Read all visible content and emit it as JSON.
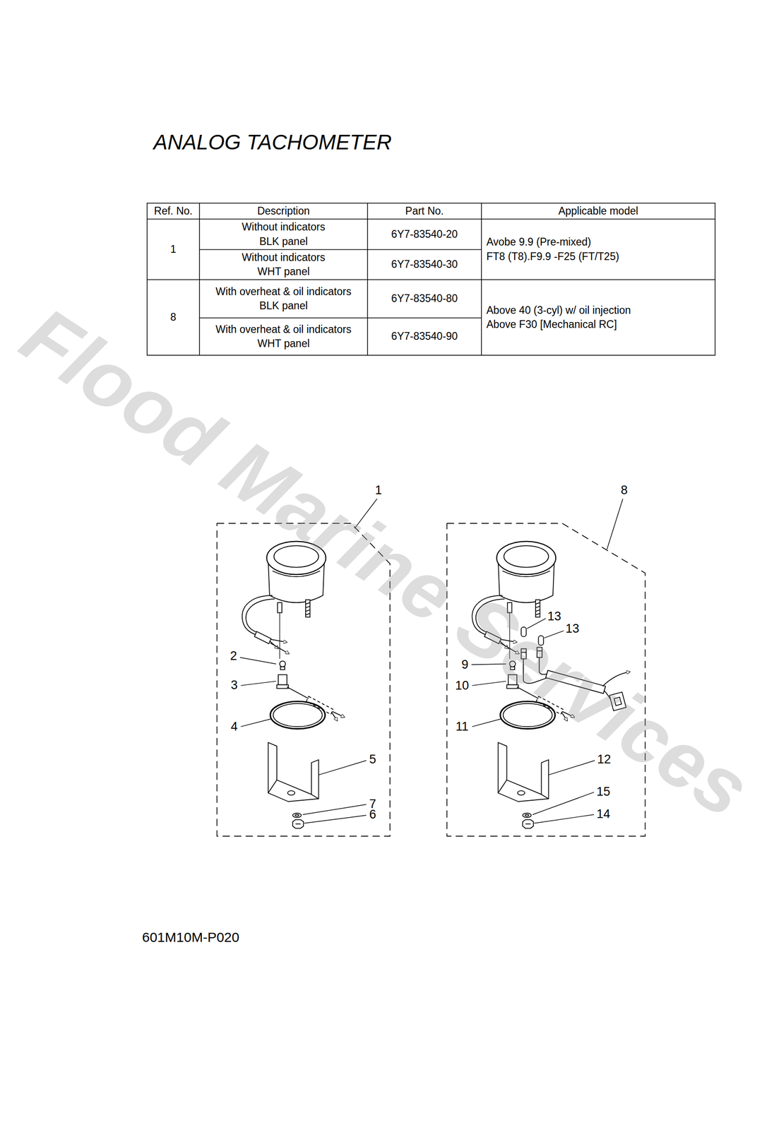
{
  "diagram": {
    "title": "ANALOG TACHOMETER",
    "labels": [
      "Ref. No.",
      "Description",
      "Part No.",
      "Applicable model",
      "1",
      "Without indicators BLK panel",
      "6Y7-83540-20",
      "Avobe 9.9 (Pre-mixed) FT8 (T8).F9.9 -F25 (FT/T25)",
      "Without indicators WHT panel",
      "6Y7-83540-30",
      "8",
      "With overheat & oil indicators BLK panel",
      "6Y7-83540-80",
      "Above 40 (3-cyl) w/ oil injection Above F30 [Mechanical RC]",
      "With overheat & oil indicators WHT panel",
      "6Y7-83540-90",
      "1",
      "8",
      "2",
      "3",
      "4",
      "5",
      "7",
      "6",
      "13",
      "13",
      "9",
      "10",
      "11",
      "12",
      "15",
      "14",
      "Flood Marine Services",
      "601M10M-P020"
    ]
  }
}
